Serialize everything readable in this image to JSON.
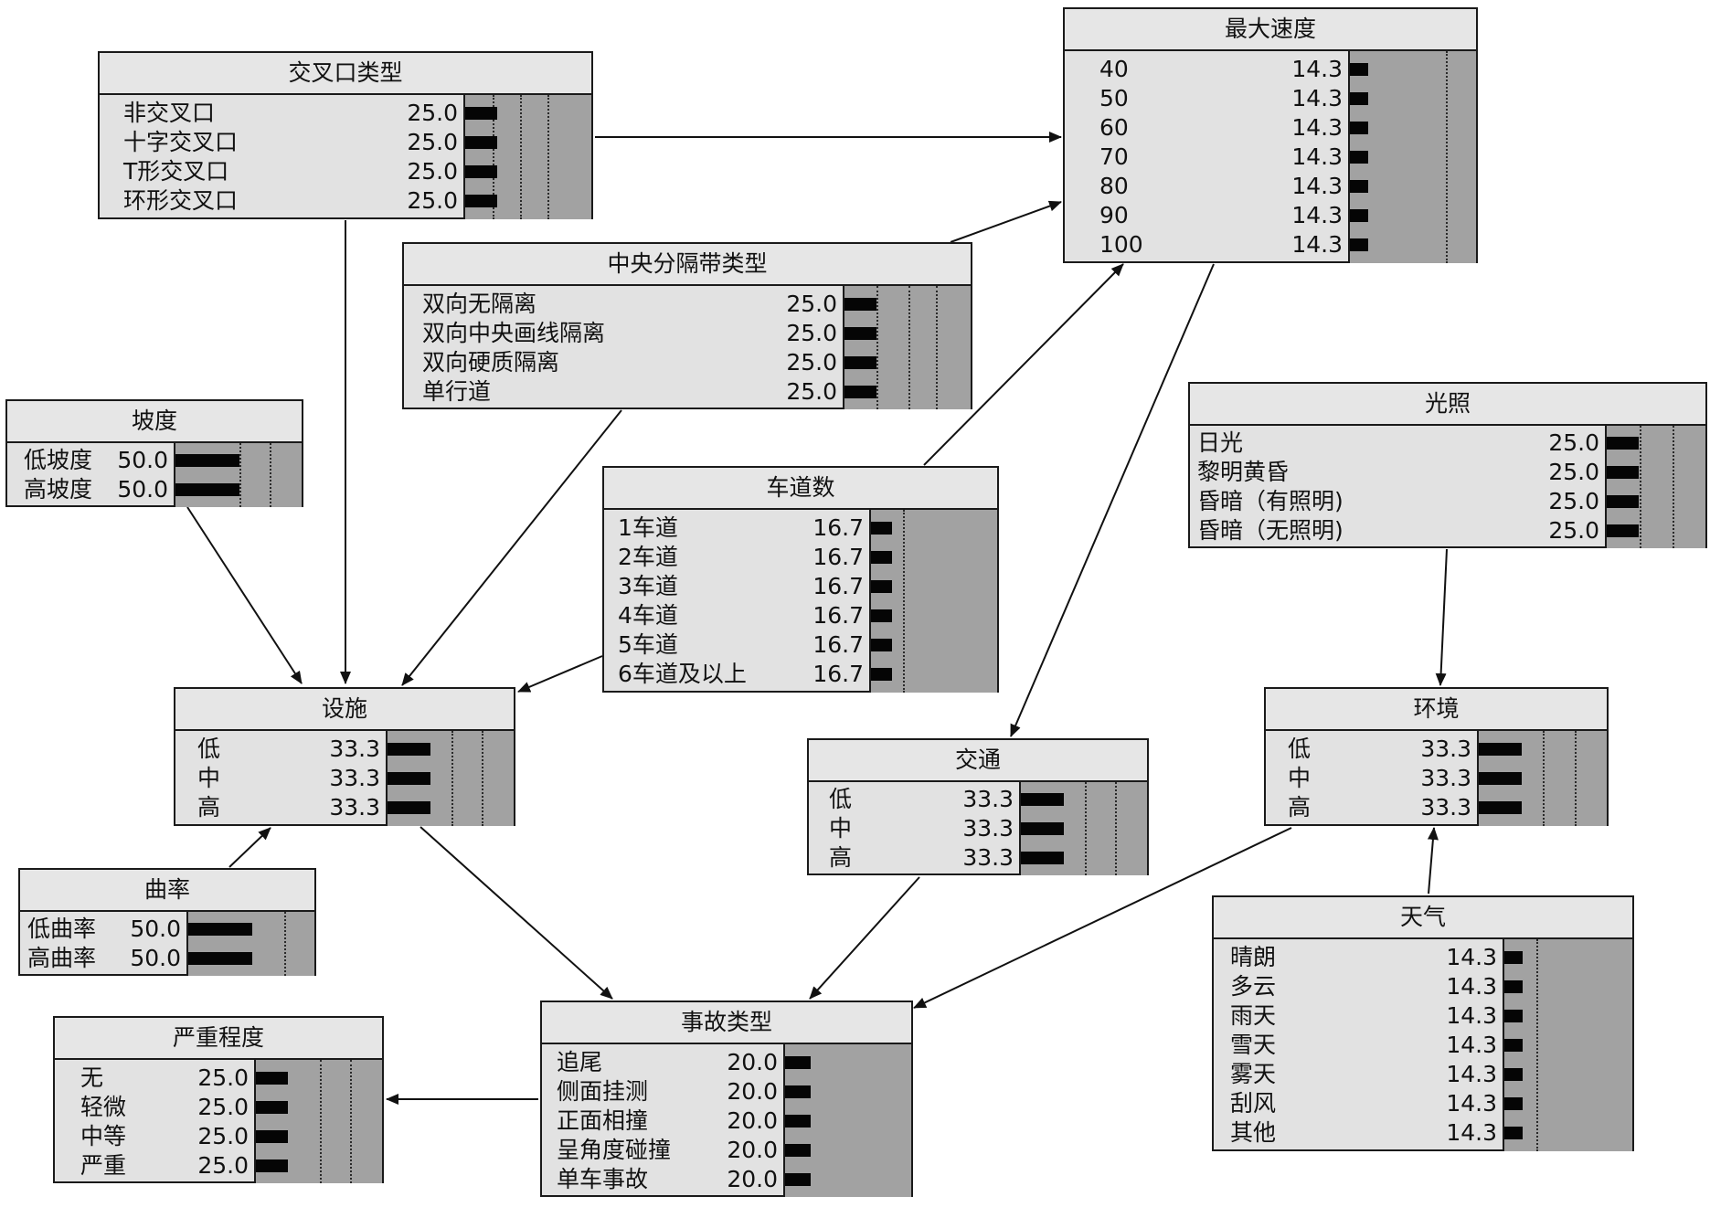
{
  "nodes": [
    {
      "id": "junction-type",
      "title": "交叉口类型",
      "states": [
        {
          "label": "非交叉口",
          "value": "25.0"
        },
        {
          "label": "十字交叉口",
          "value": "25.0"
        },
        {
          "label": "T形交叉口",
          "value": "25.0"
        },
        {
          "label": "环形交叉口",
          "value": "25.0"
        }
      ]
    },
    {
      "id": "max-speed",
      "title": "最大速度",
      "states": [
        {
          "label": "40",
          "value": "14.3"
        },
        {
          "label": "50",
          "value": "14.3"
        },
        {
          "label": "60",
          "value": "14.3"
        },
        {
          "label": "70",
          "value": "14.3"
        },
        {
          "label": "80",
          "value": "14.3"
        },
        {
          "label": "90",
          "value": "14.3"
        },
        {
          "label": "100",
          "value": "14.3"
        }
      ]
    },
    {
      "id": "median-type",
      "title": "中央分隔带类型",
      "states": [
        {
          "label": "双向无隔离",
          "value": "25.0"
        },
        {
          "label": "双向中央画线隔离",
          "value": "25.0"
        },
        {
          "label": "双向硬质隔离",
          "value": "25.0"
        },
        {
          "label": "单行道",
          "value": "25.0"
        }
      ]
    },
    {
      "id": "lighting",
      "title": "光照",
      "states": [
        {
          "label": "日光",
          "value": "25.0"
        },
        {
          "label": "黎明黄昏",
          "value": "25.0"
        },
        {
          "label": "昏暗（有照明)",
          "value": "25.0"
        },
        {
          "label": "昏暗（无照明)",
          "value": "25.0"
        }
      ]
    },
    {
      "id": "slope",
      "title": "坡度",
      "states": [
        {
          "label": "低坡度",
          "value": "50.0"
        },
        {
          "label": "高坡度",
          "value": "50.0"
        }
      ]
    },
    {
      "id": "lanes",
      "title": "车道数",
      "states": [
        {
          "label": "1车道",
          "value": "16.7"
        },
        {
          "label": "2车道",
          "value": "16.7"
        },
        {
          "label": "3车道",
          "value": "16.7"
        },
        {
          "label": "4车道",
          "value": "16.7"
        },
        {
          "label": "5车道",
          "value": "16.7"
        },
        {
          "label": "6车道及以上",
          "value": "16.7"
        }
      ]
    },
    {
      "id": "facility",
      "title": "设施",
      "states": [
        {
          "label": "低",
          "value": "33.3"
        },
        {
          "label": "中",
          "value": "33.3"
        },
        {
          "label": "高",
          "value": "33.3"
        }
      ]
    },
    {
      "id": "environment",
      "title": "环境",
      "states": [
        {
          "label": "低",
          "value": "33.3"
        },
        {
          "label": "中",
          "value": "33.3"
        },
        {
          "label": "高",
          "value": "33.3"
        }
      ]
    },
    {
      "id": "traffic",
      "title": "交通",
      "states": [
        {
          "label": "低",
          "value": "33.3"
        },
        {
          "label": "中",
          "value": "33.3"
        },
        {
          "label": "高",
          "value": "33.3"
        }
      ]
    },
    {
      "id": "curvature",
      "title": "曲率",
      "states": [
        {
          "label": "低曲率",
          "value": "50.0"
        },
        {
          "label": "高曲率",
          "value": "50.0"
        }
      ]
    },
    {
      "id": "weather",
      "title": "天气",
      "states": [
        {
          "label": "晴朗",
          "value": "14.3"
        },
        {
          "label": "多云",
          "value": "14.3"
        },
        {
          "label": "雨天",
          "value": "14.3"
        },
        {
          "label": "雪天",
          "value": "14.3"
        },
        {
          "label": "雾天",
          "value": "14.3"
        },
        {
          "label": "刮风",
          "value": "14.3"
        },
        {
          "label": "其他",
          "value": "14.3"
        }
      ]
    },
    {
      "id": "severity",
      "title": "严重程度",
      "states": [
        {
          "label": "无",
          "value": "25.0"
        },
        {
          "label": "轻微",
          "value": "25.0"
        },
        {
          "label": "中等",
          "value": "25.0"
        },
        {
          "label": "严重",
          "value": "25.0"
        }
      ]
    },
    {
      "id": "accident-type",
      "title": "事故类型",
      "states": [
        {
          "label": "追尾",
          "value": "20.0"
        },
        {
          "label": "侧面挂测",
          "value": "20.0"
        },
        {
          "label": "正面相撞",
          "value": "20.0"
        },
        {
          "label": "呈角度碰撞",
          "value": "20.0"
        },
        {
          "label": "单车事故",
          "value": "20.0"
        }
      ]
    }
  ],
  "edges": [
    {
      "from": "junction-type",
      "to": "max-speed"
    },
    {
      "from": "junction-type",
      "to": "facility"
    },
    {
      "from": "median-type",
      "to": "max-speed"
    },
    {
      "from": "median-type",
      "to": "facility"
    },
    {
      "from": "lanes",
      "to": "max-speed"
    },
    {
      "from": "lanes",
      "to": "facility"
    },
    {
      "from": "max-speed",
      "to": "traffic"
    },
    {
      "from": "slope",
      "to": "facility"
    },
    {
      "from": "curvature",
      "to": "facility"
    },
    {
      "from": "lighting",
      "to": "environment"
    },
    {
      "from": "weather",
      "to": "environment"
    },
    {
      "from": "facility",
      "to": "accident-type"
    },
    {
      "from": "traffic",
      "to": "accident-type"
    },
    {
      "from": "environment",
      "to": "accident-type"
    },
    {
      "from": "accident-type",
      "to": "severity"
    }
  ]
}
